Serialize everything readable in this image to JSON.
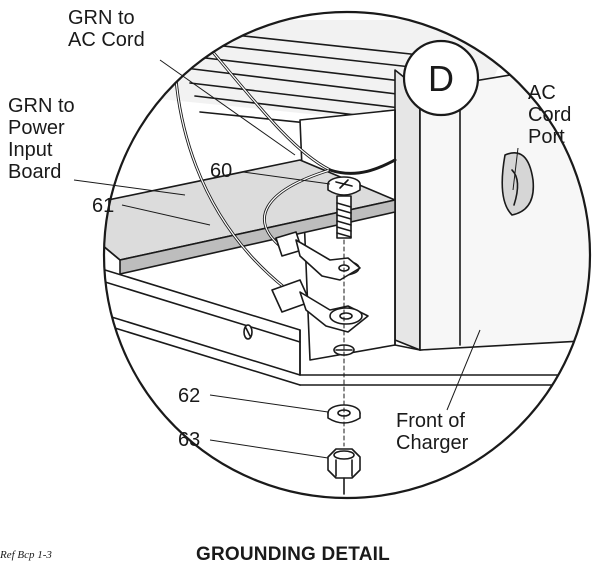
{
  "diagram": {
    "callouts": {
      "grn_ac_cord": [
        "GRN to",
        "AC Cord"
      ],
      "grn_power_input": [
        "GRN to",
        "Power",
        "Input",
        "Board"
      ],
      "ac_cord_port": [
        "AC",
        "Cord",
        "Port"
      ],
      "front_of_charger": [
        "Front of",
        "Charger"
      ]
    },
    "part_numbers": {
      "screw": "60",
      "ground_wire_board": "61",
      "lock_washer": "62",
      "nut": "63"
    },
    "detail_letter": "D",
    "caption": "GROUNDING DETAIL",
    "reference": "Ref Bcp 1-3"
  }
}
